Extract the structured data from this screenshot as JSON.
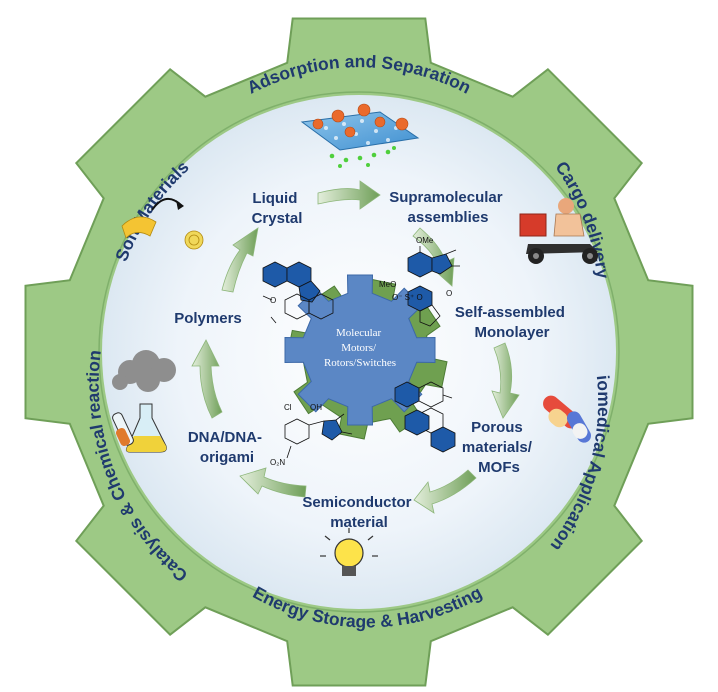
{
  "center": {
    "lines": [
      "Molecular",
      "Motors/",
      "Rotors/Switches"
    ]
  },
  "inner_topics": [
    {
      "key": "liquid",
      "lines": [
        "Liquid",
        "Crystal"
      ]
    },
    {
      "key": "supra",
      "lines": [
        "Supramolecular",
        "assemblies"
      ]
    },
    {
      "key": "sam",
      "lines": [
        "Self-assembled",
        "Monolayer"
      ]
    },
    {
      "key": "porous",
      "lines": [
        "Porous",
        "materials/",
        "MOFs"
      ]
    },
    {
      "key": "semi",
      "lines": [
        "Semiconductor",
        "material"
      ]
    },
    {
      "key": "dna",
      "lines": [
        "DNA/DNA-",
        "origami"
      ]
    },
    {
      "key": "polymers",
      "lines": [
        "Polymers"
      ]
    }
  ],
  "applications": [
    {
      "key": "adsorption",
      "label": "Adsorption and Separation"
    },
    {
      "key": "cargo",
      "label": "Cargo delivery"
    },
    {
      "key": "biomedical",
      "label": "Biomedical Applications"
    },
    {
      "key": "energy",
      "label": "Energy Storage & Harvesting"
    },
    {
      "key": "catalysis",
      "label": "Catalysis & Chemical reaction"
    },
    {
      "key": "soft",
      "label": "Soft Materials"
    }
  ],
  "chemical_labels": {
    "ome": "OMe",
    "meo": "MeO",
    "cl": "Cl",
    "oh": "OH",
    "no2": "O₂N"
  },
  "colors": {
    "gear_fill": "#9dc985",
    "gear_stroke": "#6f9f58",
    "inner_disc": "#f4f8fc",
    "center_gear_blue": "#5b87c5",
    "center_gear_green": "#6fa050",
    "arrow_green": "#7aa86a",
    "label_navy": "#1f3a6e"
  }
}
